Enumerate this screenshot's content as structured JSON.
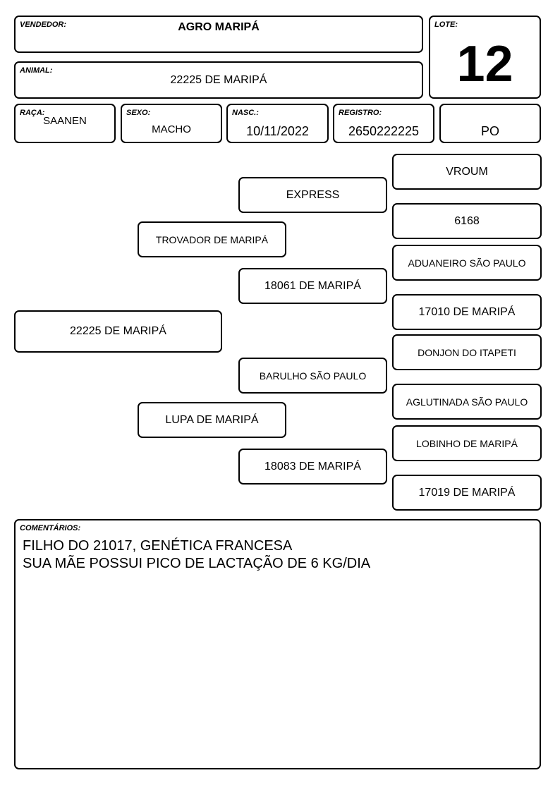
{
  "header": {
    "vendedor_label": "VENDEDOR:",
    "vendedor": "AGRO MARIPÁ",
    "lote_label": "LOTE:",
    "lote": "12",
    "animal_label": "ANIMAL:",
    "animal": "22225 DE MARIPÁ"
  },
  "info": {
    "raca_label": "RAÇA:",
    "raca": "SAANEN",
    "sexo_label": "SEXO:",
    "sexo": "MACHO",
    "nasc_label": "NASC.:",
    "nasc": "10/11/2022",
    "registro_label": "REGISTRO:",
    "registro": "2650222225",
    "categoria": "PO"
  },
  "pedigree": {
    "animal": "22225 DE MARIPÁ",
    "pai": "TROVADOR DE MARIPÁ",
    "mae": "LUPA DE MARIPÁ",
    "avo_paterno": "EXPRESS",
    "avo_paterna": "18061 DE MARIPÁ",
    "avo_materno": "BARULHO SÃO PAULO",
    "avo_materna": "18083 DE MARIPÁ",
    "bisavos": [
      "VROUM",
      "6168",
      "ADUANEIRO SÃO PAULO",
      "17010 DE MARIPÁ",
      "DONJON DO ITAPETI",
      "AGLUTINADA SÃO PAULO",
      "LOBINHO DE MARIPÁ",
      "17019 DE MARIPÁ"
    ]
  },
  "comentarios": {
    "label": "COMENTÁRIOS:",
    "lines": [
      "FILHO DO 21017, GENÉTICA FRANCESA",
      "SUA MÃE POSSUI PICO DE LACTAÇÃO DE 6 KG/DIA"
    ]
  }
}
